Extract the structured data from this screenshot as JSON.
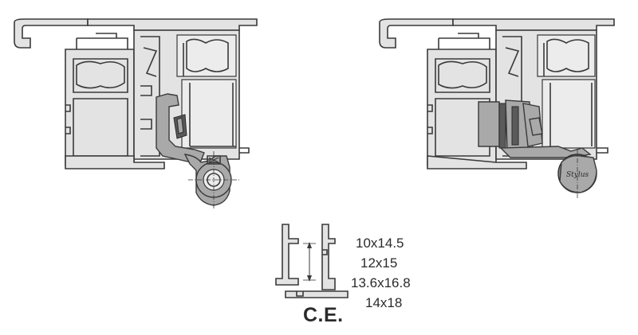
{
  "profile_sizes": [
    "10x14.5",
    "12x15",
    "13.6x16.8",
    "14x18"
  ],
  "ce_label": "C.E."
}
